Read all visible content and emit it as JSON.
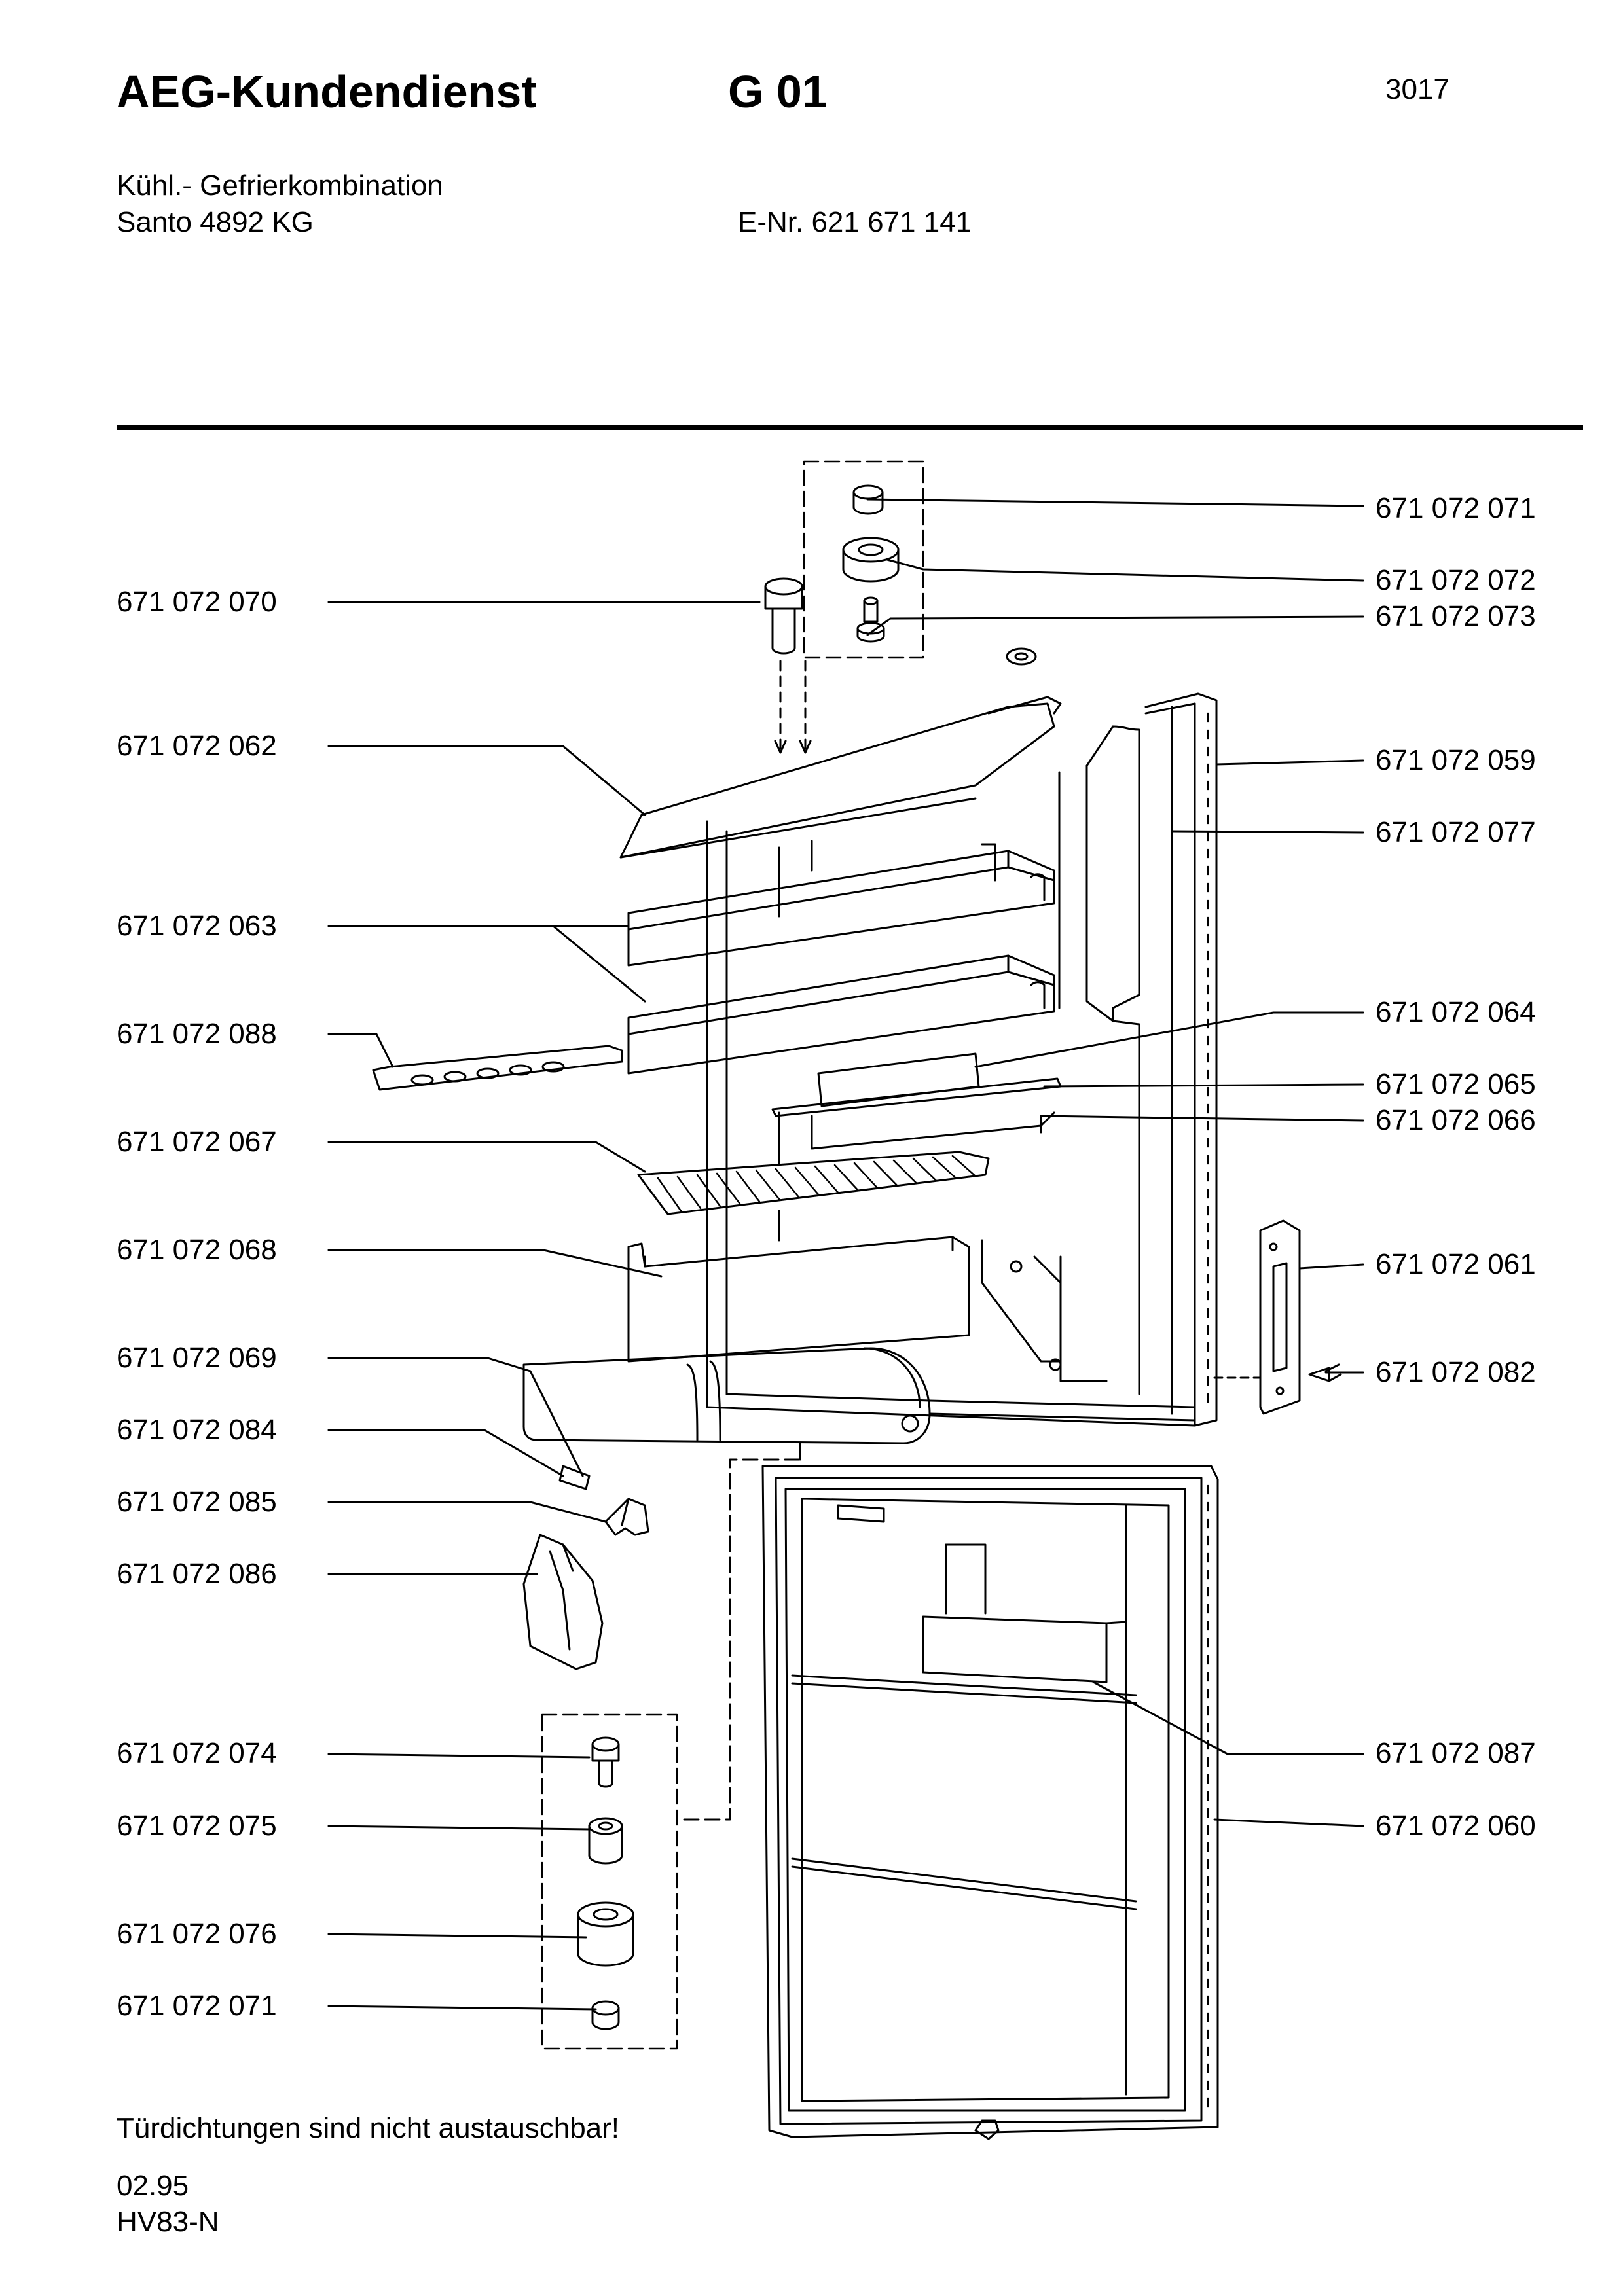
{
  "header": {
    "title": "AEG-Kundendienst",
    "code": "G 01",
    "page": "3017",
    "product_type": "Kühl.- Gefrierkombination",
    "model": "Santo 4892 KG",
    "enr": "E-Nr. 621 671 141"
  },
  "parts_left": [
    "671 072 070",
    "671 072 062",
    "671 072 063",
    "671 072 088",
    "671 072 067",
    "671 072 068",
    "671 072 069",
    "671 072 084",
    "671 072 085",
    "671 072 086",
    "671 072 074",
    "671 072 075",
    "671 072 076",
    "671 072 071"
  ],
  "parts_right": [
    "671 072 071",
    "671 072 072",
    "671 072 073",
    "671 072 059",
    "671 072 077",
    "671 072 064",
    "671 072 065",
    "671 072 066",
    "671 072 061",
    "671 072 082",
    "671 072 087",
    "671 072 060"
  ],
  "note": "Türdichtungen sind nicht austauschbar!",
  "footer": {
    "date": "02.95",
    "ref": "HV83-N"
  }
}
